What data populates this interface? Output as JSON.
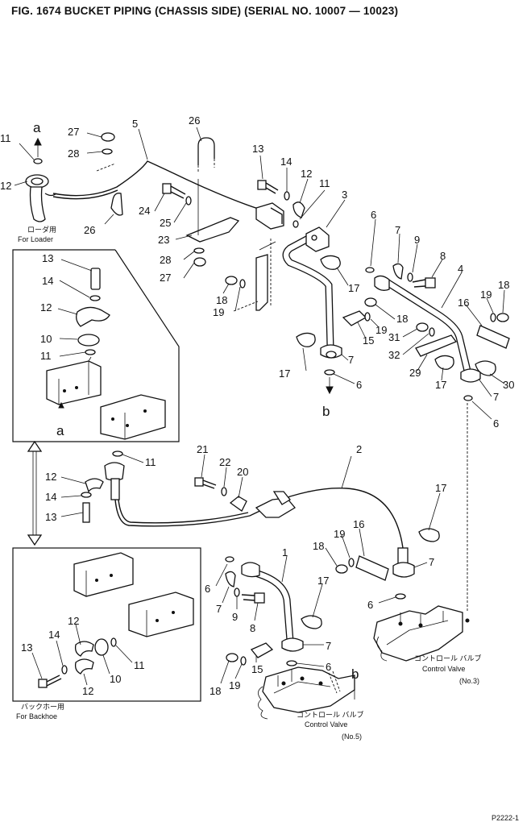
{
  "title": "FIG. 1674  BUCKET PIPING (CHASSIS SIDE) (SERIAL NO. 10007 — 10023)",
  "captions": {
    "loader_jp": "ローダ用",
    "loader_en": "For Loader",
    "backhoe_jp": "バックホー用",
    "backhoe_en": "For Backhoe",
    "valve3_jp": "コントロール バルブ",
    "valve3_en": "Control Valve",
    "valve3_no": "(No.3)",
    "valve5_jp": "コントロール バルブ",
    "valve5_en": "Control Valve",
    "valve5_no": "(No.5)"
  },
  "refs": {
    "a_top": "a",
    "a_box": "a",
    "b_mid": "b",
    "b_bottom": "b"
  },
  "corner_code": "P2222-1",
  "labels": {
    "l1": "11",
    "l2": "12",
    "l3": "27",
    "l4": "28",
    "l5": "5",
    "l6": "26",
    "l7": "26",
    "l8": "24",
    "l9": "25",
    "l10": "23",
    "l11": "28",
    "l12": "27",
    "l13": "13",
    "l14": "14",
    "l15": "12",
    "l16": "11",
    "l17": "3",
    "l18": "6",
    "l19": "7",
    "l20": "9",
    "l21": "8",
    "l22": "4",
    "l23": "19",
    "l24": "18",
    "l25": "16",
    "l26": "18",
    "l27": "19",
    "l28": "17",
    "l29": "18",
    "l30": "19",
    "l31": "15",
    "l32": "31",
    "l33": "32",
    "l34": "29",
    "l35": "17",
    "l36": "7",
    "l37": "6",
    "l38": "17",
    "l39": "30",
    "l40": "7",
    "l41": "6",
    "b1": "13",
    "b2": "14",
    "b3": "12",
    "b4": "10",
    "b5": "11",
    "l42": "11",
    "l43": "21",
    "l44": "22",
    "l45": "20",
    "l46": "2",
    "l47": "12",
    "l48": "14",
    "l49": "13",
    "l50": "17",
    "l51": "16",
    "l52": "18",
    "l53": "19",
    "l54": "7",
    "l55": "1",
    "l56": "6",
    "l57": "7",
    "l58": "9",
    "l59": "8",
    "l60": "17",
    "l61": "6",
    "l62": "7",
    "l63": "6",
    "l64": "15",
    "l65": "18",
    "l66": "19",
    "k1": "12",
    "k2": "14",
    "k3": "13",
    "k4": "10",
    "k5": "11",
    "k6": "12"
  }
}
